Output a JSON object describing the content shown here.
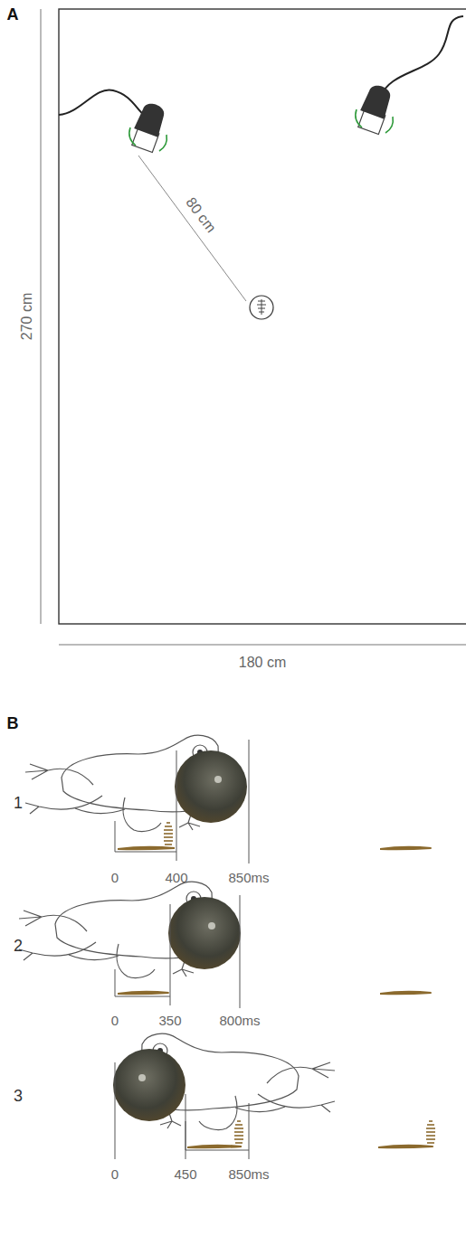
{
  "diagram": {
    "labels": [
      "A",
      "270 cm",
      "80 cm",
      "180 cm",
      "B",
      "1",
      "0",
      "400",
      "850ms",
      "2",
      "0",
      "350",
      "800ms",
      "3",
      "0",
      "450",
      "850ms"
    ]
  }
}
